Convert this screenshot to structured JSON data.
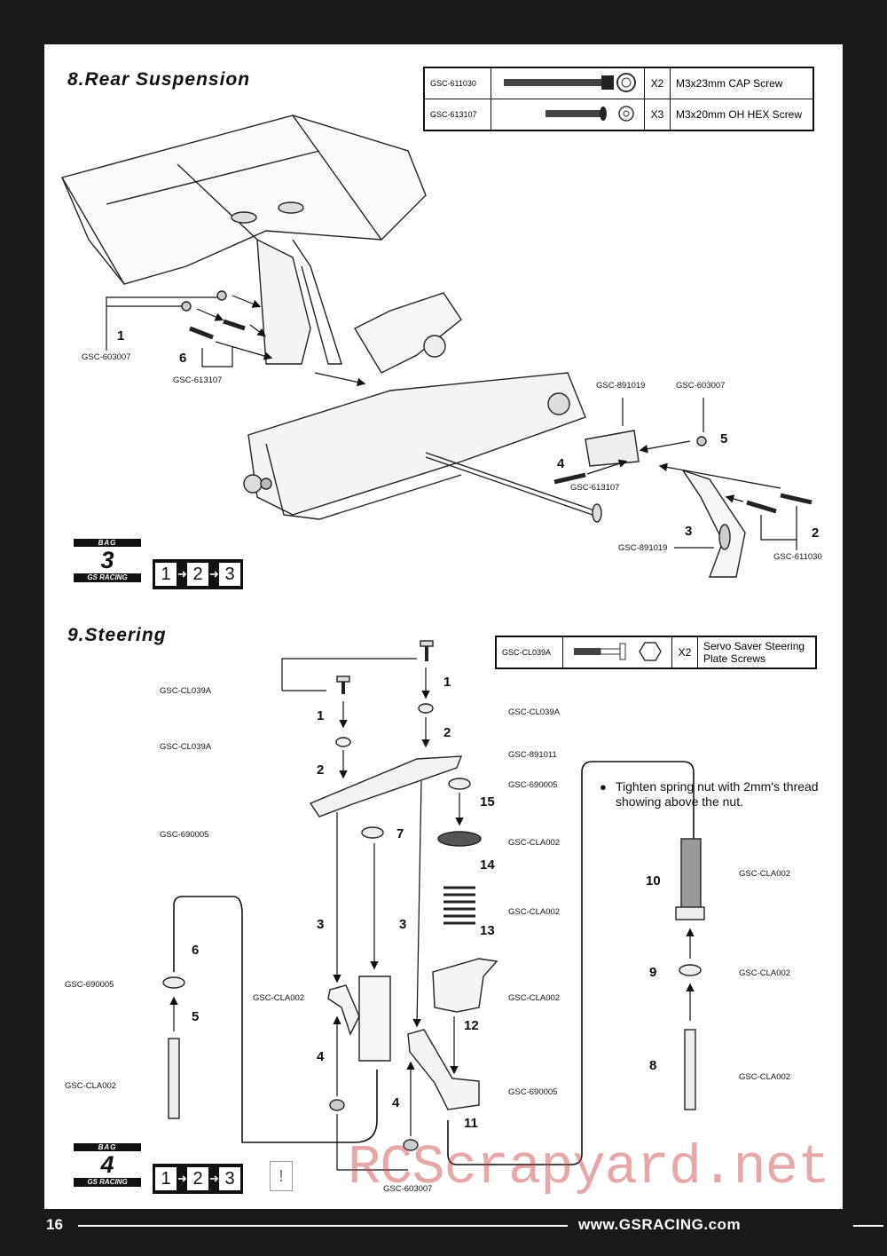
{
  "page_number": "16",
  "footer_url": "www.GSRACING.com",
  "watermark": "RCScrapyard.net",
  "section8": {
    "title": "8.Rear Suspension",
    "parts": [
      {
        "code": "GSC-611030",
        "qty": "X2",
        "desc": "M3x23mm CAP Screw"
      },
      {
        "code": "GSC-613107",
        "qty": "X3",
        "desc": "M3x20mm OH HEX Screw"
      }
    ],
    "labels": {
      "l1": "GSC-603007",
      "l2": "GSC-613107",
      "l3": "GSC-891019",
      "l4": "GSC-603007",
      "l5": "GSC-613107",
      "l6": "GSC-891019",
      "l7": "GSC-611030"
    },
    "steps": {
      "s1": "1",
      "s6": "6",
      "s5": "5",
      "s4": "4",
      "s3": "3",
      "s2": "2"
    },
    "bag": {
      "top": "BAG",
      "number": "3",
      "brand": "GS RACING"
    },
    "sequence": [
      "1",
      "2",
      "3"
    ]
  },
  "section9": {
    "title": "9.Steering",
    "parts": [
      {
        "code": "GSC-CL039A",
        "qty": "X2",
        "desc": "Servo Saver Steering Plate Screws"
      }
    ],
    "note": "Tighten spring nut with 2mm's thread showing above the nut.",
    "labels": {
      "a": "GSC-CL039A",
      "b": "GSC-CL039A",
      "c": "GSC-CL039A",
      "d": "GSC-891011",
      "e": "GSC-690005",
      "f": "GSC-690005",
      "g": "GSC-CLA002",
      "h": "GSC-CLA002",
      "i": "GSC-CLA002",
      "j": "GSC-CLA002",
      "k": "GSC-690005",
      "l": "GSC-CLA002",
      "m": "GSC-CLA002",
      "n": "GSC-603007",
      "o": "GSC-CLA002",
      "p": "GSC-690005",
      "q": "GSC-CLA002"
    },
    "steps": {
      "s1a": "1",
      "s1b": "1",
      "s2a": "2",
      "s2b": "2",
      "s3a": "3",
      "s3b": "3",
      "s4a": "4",
      "s4b": "4",
      "s5": "5",
      "s6": "6",
      "s7": "7",
      "s8": "8",
      "s9": "9",
      "s10": "10",
      "s11": "11",
      "s12": "12",
      "s13": "13",
      "s14": "14",
      "s15": "15"
    },
    "bag": {
      "top": "BAG",
      "number": "4",
      "brand": "GS RACING"
    },
    "sequence": [
      "1",
      "2",
      "3"
    ],
    "warning_symbol": "!"
  }
}
